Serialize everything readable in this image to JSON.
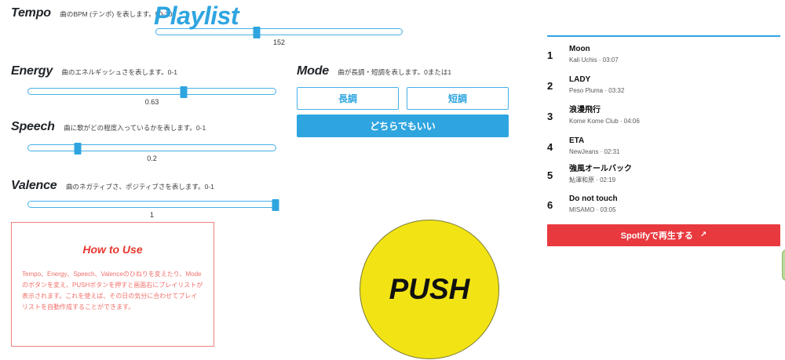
{
  "parameters": [
    {
      "id": "tempo",
      "title": "Tempo",
      "description": "曲のBPM (テンポ) を表します。50-300",
      "value": "152",
      "min": 50,
      "max": 300,
      "fraction": 0.41
    },
    {
      "id": "energy",
      "title": "Energy",
      "description": "曲のエネルギッシュさを表します。0-1",
      "value": "0.63",
      "min": 0,
      "max": 1,
      "fraction": 0.63
    },
    {
      "id": "speech",
      "title": "Speech",
      "description": "曲に歌がどの程度入っているかを表します。0-1",
      "value": "0.2",
      "min": 0,
      "max": 1,
      "fraction": 0.2
    },
    {
      "id": "valence",
      "title": "Valence",
      "description": "曲のネガティブさ、ポジティブさを表します。0-1",
      "value": "1",
      "min": 0,
      "max": 1,
      "fraction": 1
    }
  ],
  "mode": {
    "title": "Mode",
    "description": "曲が長調・短調を表します。0または1",
    "major_label": "長調",
    "minor_label": "短調",
    "either_label": "どちらでもいい",
    "selected": "either"
  },
  "howto": {
    "title": "How to Use",
    "body": "Tempo、Energy、Speech、Valenceのひねりを変えたり、Modeのボタンを変え、PUSHボタンを押すと画面右にプレイリストが表示されます。これを使えば、その日の気分に合わせてプレイリストを自動作成することができます。"
  },
  "push": {
    "label": "PUSH"
  },
  "playlist": {
    "title": "Playlist",
    "tracks": [
      {
        "num": "1",
        "name": "Moon",
        "meta": "Kali Uchis · 03:07"
      },
      {
        "num": "2",
        "name": "LADY",
        "meta": "Peso Pluma · 03:32"
      },
      {
        "num": "3",
        "name": "浪漫飛行",
        "meta": "Kome Kome Club · 04:06"
      },
      {
        "num": "4",
        "name": "ETA",
        "meta": "NewJeans · 02:31"
      },
      {
        "num": "5",
        "name": "強風オールバック",
        "meta": "鮎澤和原 · 02:19"
      },
      {
        "num": "6",
        "name": "Do not touch",
        "meta": "MISAMO · 03:05"
      }
    ],
    "spotify_label": "Spotifyで再生する",
    "external_icon": "↗"
  },
  "colors": {
    "accent_blue": "#2fa5e0",
    "accent_red": "#e8393f",
    "push_yellow": "#f2e314",
    "howto_pink": "#f0706b",
    "green_tab": "#bcd8a0"
  }
}
